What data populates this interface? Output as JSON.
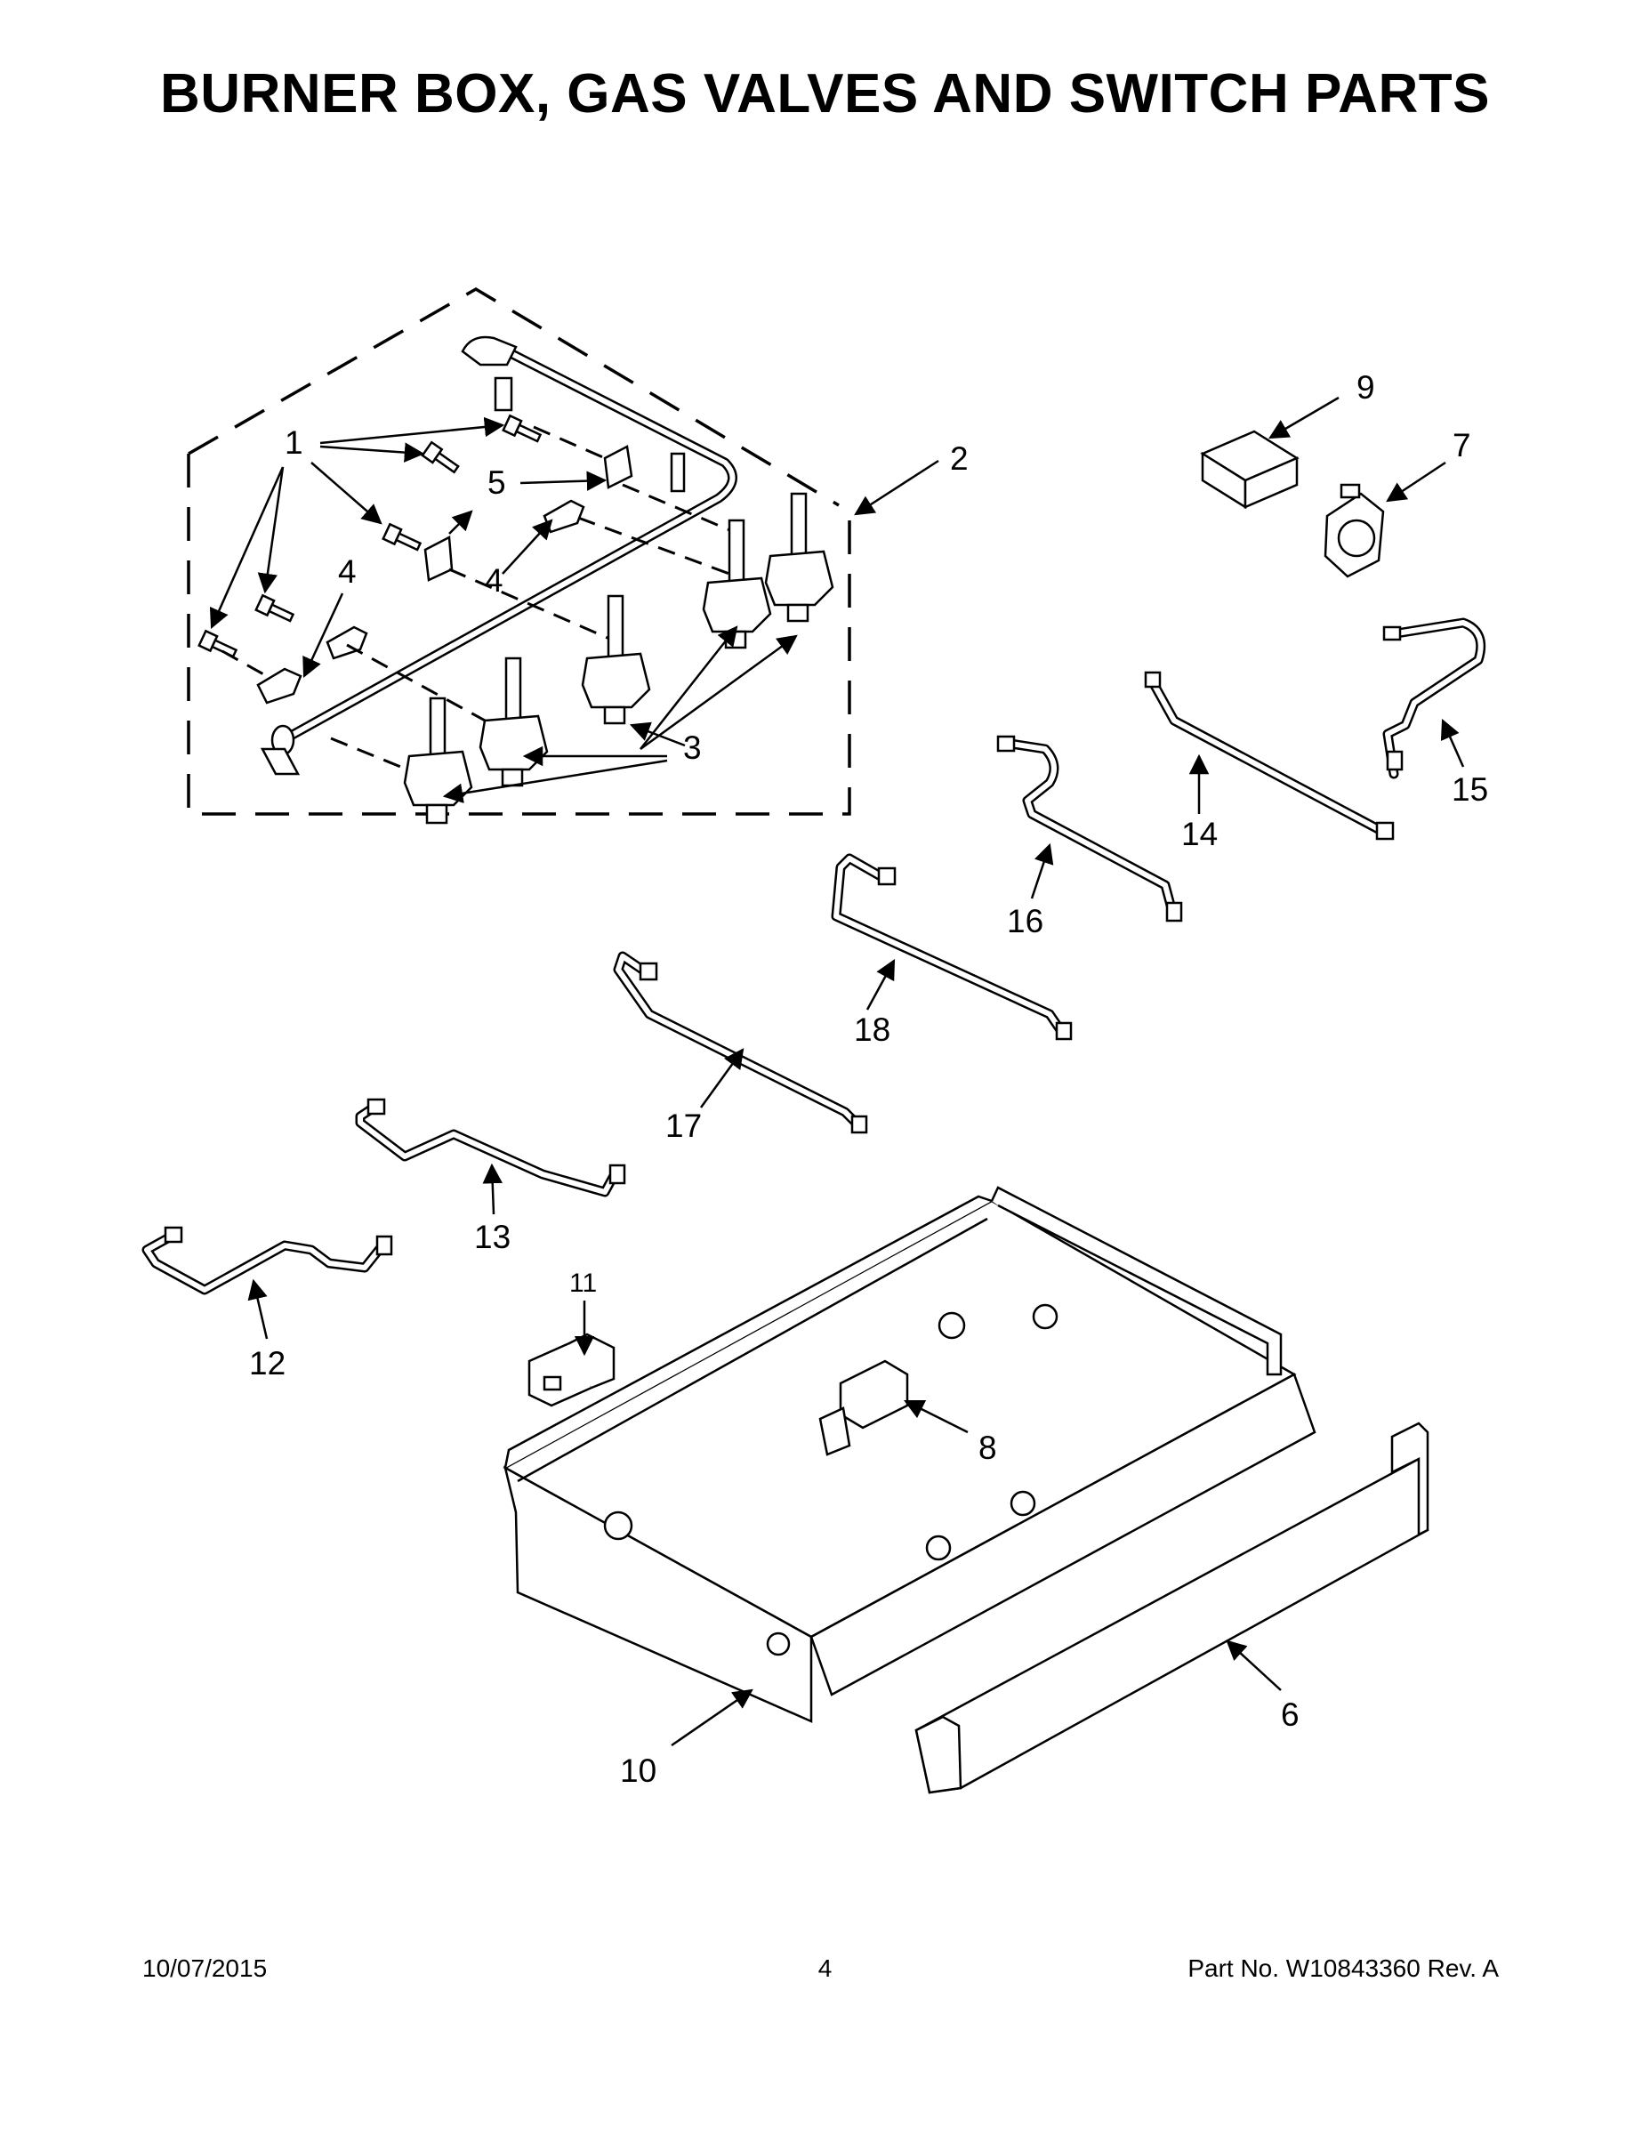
{
  "title": "BURNER BOX, GAS VALVES AND SWITCH PARTS",
  "callouts": {
    "c1": "1",
    "c2": "2",
    "c3": "3",
    "c4a": "4",
    "c4b": "4",
    "c5": "5",
    "c6": "6",
    "c7": "7",
    "c8": "8",
    "c9": "9",
    "c10": "10",
    "c11": "11",
    "c12": "12",
    "c13": "13",
    "c14": "14",
    "c15": "15",
    "c16": "16",
    "c17": "17",
    "c18": "18"
  },
  "footer": {
    "date": "10/07/2015",
    "page": "4",
    "part_no": "Part No.  W10843360  Rev.  A"
  }
}
